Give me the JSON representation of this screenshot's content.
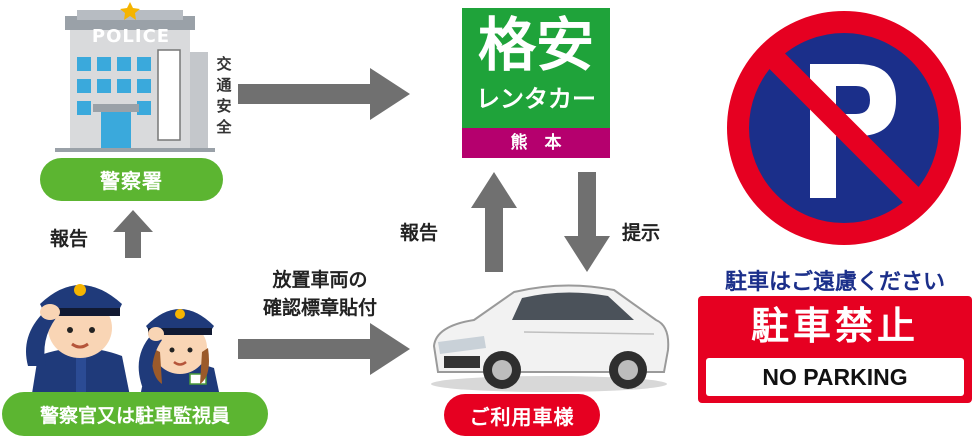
{
  "police_building": {
    "sign": "POLICE",
    "vertical_sign": [
      "交",
      "通",
      "安",
      "全"
    ]
  },
  "nodes": {
    "police_station": "警察署",
    "officers": "警察官又は駐車監視員",
    "customer": "ご利用車様"
  },
  "edges": {
    "report_left": "報告",
    "report_center": "報告",
    "present": "提示",
    "sticker_line1": "放置車両の",
    "sticker_line2": "確認標章貼付"
  },
  "logo": {
    "line1": "格安",
    "line2": "レンタカー",
    "location": "熊　本"
  },
  "parking_panel": {
    "heading": "駐車はご遠慮ください",
    "sign_ja": "駐車禁止",
    "sign_en": "NO PARKING"
  },
  "colors": {
    "green_node": "#5cb531",
    "red_node": "#e60021",
    "logo_green": "#1fa33a",
    "logo_magenta": "#b5006e",
    "arrow_gray": "#707070",
    "no_parking_blue": "#1b2f8a",
    "no_parking_red": "#e60021"
  }
}
